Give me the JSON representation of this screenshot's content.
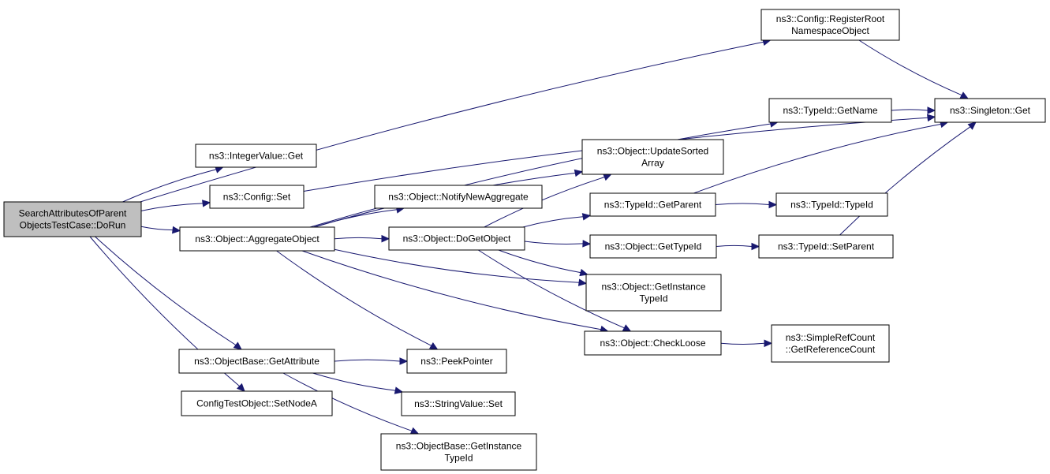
{
  "nodes": [
    {
      "id": "root",
      "lines": [
        "SearchAttributesOfParent",
        "ObjectsTestCase::DoRun"
      ],
      "root": true
    },
    {
      "id": "cfg_register",
      "lines": [
        "ns3::Config::RegisterRoot",
        "NamespaceObject"
      ]
    },
    {
      "id": "singleton_get",
      "lines": [
        "ns3::Singleton::Get"
      ]
    },
    {
      "id": "typeid_getname",
      "lines": [
        "ns3::TypeId::GetName"
      ]
    },
    {
      "id": "integervalue_get",
      "lines": [
        "ns3::IntegerValue::Get"
      ]
    },
    {
      "id": "cfg_set",
      "lines": [
        "ns3::Config::Set"
      ]
    },
    {
      "id": "obj_updatesorted",
      "lines": [
        "ns3::Object::UpdateSorted",
        "Array"
      ]
    },
    {
      "id": "obj_notifynewagg",
      "lines": [
        "ns3::Object::NotifyNewAggregate"
      ]
    },
    {
      "id": "typeid_getparent",
      "lines": [
        "ns3::TypeId::GetParent"
      ]
    },
    {
      "id": "typeid_typeid",
      "lines": [
        "ns3::TypeId::TypeId"
      ]
    },
    {
      "id": "obj_aggregate",
      "lines": [
        "ns3::Object::AggregateObject"
      ]
    },
    {
      "id": "obj_dogetobject",
      "lines": [
        "ns3::Object::DoGetObject"
      ]
    },
    {
      "id": "obj_gettypeid",
      "lines": [
        "ns3::Object::GetTypeId"
      ]
    },
    {
      "id": "typeid_setparent",
      "lines": [
        "ns3::TypeId::SetParent"
      ]
    },
    {
      "id": "obj_getinstance",
      "lines": [
        "ns3::Object::GetInstance",
        "TypeId"
      ]
    },
    {
      "id": "obj_checkloose",
      "lines": [
        "ns3::Object::CheckLoose"
      ]
    },
    {
      "id": "refcount",
      "lines": [
        "ns3::SimpleRefCount",
        "::GetReferenceCount"
      ]
    },
    {
      "id": "objbase_getattr",
      "lines": [
        "ns3::ObjectBase::GetAttribute"
      ]
    },
    {
      "id": "peekpointer",
      "lines": [
        "ns3::PeekPointer"
      ]
    },
    {
      "id": "cfgtest_setnodea",
      "lines": [
        "ConfigTestObject::SetNodeA"
      ]
    },
    {
      "id": "stringvalue_set",
      "lines": [
        "ns3::StringValue::Set"
      ]
    },
    {
      "id": "objbase_getinstance",
      "lines": [
        "ns3::ObjectBase::GetInstance",
        "TypeId"
      ]
    }
  ],
  "edges": [
    [
      "root",
      "cfg_register"
    ],
    [
      "root",
      "integervalue_get"
    ],
    [
      "root",
      "cfg_set"
    ],
    [
      "root",
      "obj_aggregate"
    ],
    [
      "root",
      "objbase_getattr"
    ],
    [
      "root",
      "cfgtest_setnodea"
    ],
    [
      "cfg_register",
      "singleton_get"
    ],
    [
      "typeid_getname",
      "singleton_get"
    ],
    [
      "cfg_set",
      "singleton_get"
    ],
    [
      "obj_aggregate",
      "typeid_getname"
    ],
    [
      "obj_aggregate",
      "obj_updatesorted"
    ],
    [
      "obj_aggregate",
      "obj_notifynewagg"
    ],
    [
      "obj_aggregate",
      "obj_dogetobject"
    ],
    [
      "obj_aggregate",
      "obj_getinstance"
    ],
    [
      "obj_aggregate",
      "obj_checkloose"
    ],
    [
      "obj_aggregate",
      "peekpointer"
    ],
    [
      "obj_dogetobject",
      "obj_updatesorted"
    ],
    [
      "obj_dogetobject",
      "typeid_getparent"
    ],
    [
      "obj_dogetobject",
      "obj_gettypeid"
    ],
    [
      "obj_dogetobject",
      "obj_getinstance"
    ],
    [
      "obj_dogetobject",
      "obj_checkloose"
    ],
    [
      "typeid_getparent",
      "singleton_get"
    ],
    [
      "typeid_getparent",
      "typeid_typeid"
    ],
    [
      "obj_gettypeid",
      "typeid_setparent"
    ],
    [
      "typeid_setparent",
      "singleton_get"
    ],
    [
      "obj_checkloose",
      "refcount"
    ],
    [
      "objbase_getattr",
      "peekpointer"
    ],
    [
      "objbase_getattr",
      "stringvalue_set"
    ],
    [
      "objbase_getattr",
      "objbase_getinstance"
    ]
  ]
}
